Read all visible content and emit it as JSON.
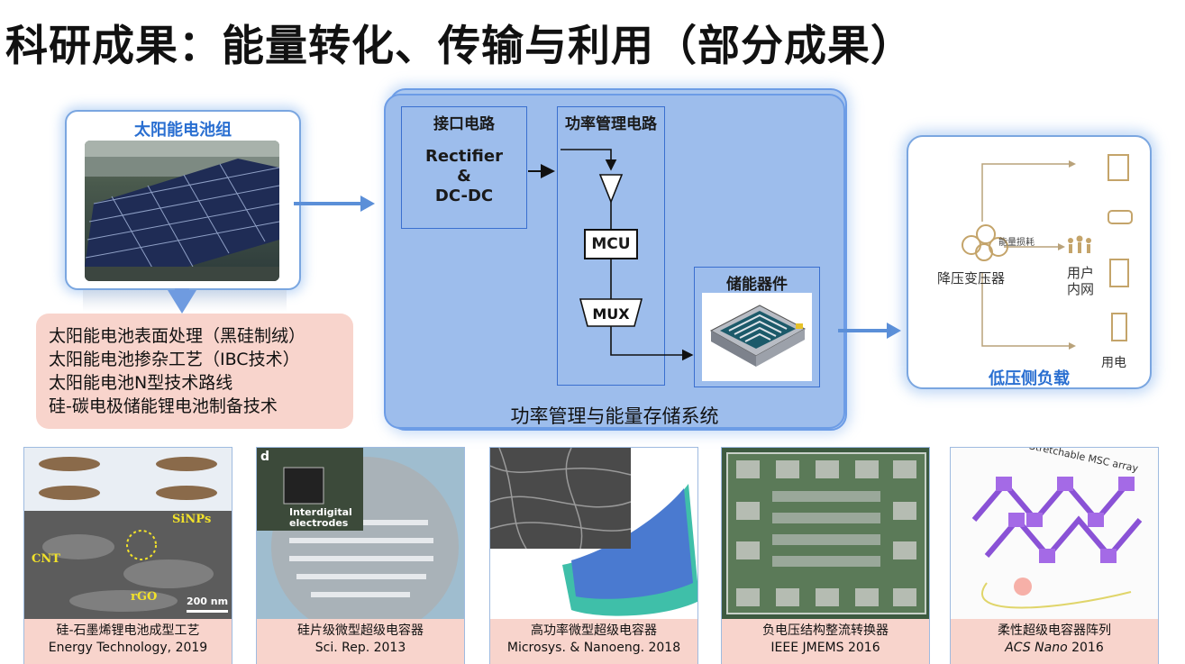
{
  "title": "科研成果：能量转化、传输与利用（部分成果）",
  "solar": {
    "title": "太阳能电池组"
  },
  "tech_list": [
    "太阳能电池表面处理（黑硅制绒）",
    "太阳能电池掺杂工艺（IBC技术）",
    "太阳能电池N型技术路线",
    "硅-碳电极储能锂电池制备技术"
  ],
  "power_system": {
    "interface": {
      "title": "接口电路",
      "line1": "Rectifier",
      "line2": "&",
      "line3": "DC-DC"
    },
    "pm_circuit": {
      "title": "功率管理电路",
      "mcu": "MCU",
      "mux": "MUX"
    },
    "storage": {
      "title": "储能器件"
    },
    "caption": "功率管理与能量存储系统"
  },
  "load": {
    "transformer": "降压变压器",
    "loss": "能量损耗",
    "user_line1": "用户",
    "user_line2": "内网",
    "electricity": "用电",
    "title": "低压侧负载"
  },
  "cards": [
    {
      "caption1": "硅-石墨烯锂电池成型工艺",
      "caption2": "Energy Technology, 2019",
      "labels": [
        "SiNPs",
        "CNT",
        "rGO",
        "200 nm"
      ]
    },
    {
      "caption1": "硅片级微型超级电容器",
      "caption2": "Sci. Rep. 2013",
      "labels": [
        "d",
        "Interdigital",
        "electrodes"
      ]
    },
    {
      "caption1": "高功率微型超级电容器",
      "caption2": "Microsys. & Nanoeng. 2018"
    },
    {
      "caption1": "负电压结构整流转换器",
      "caption2": "IEEE JMEMS 2016"
    },
    {
      "caption1": "柔性超级电容器阵列",
      "caption2_italic": "ACS Nano",
      "caption2_rest": " 2016",
      "labels": [
        "Stretchable MSC array"
      ]
    }
  ]
}
